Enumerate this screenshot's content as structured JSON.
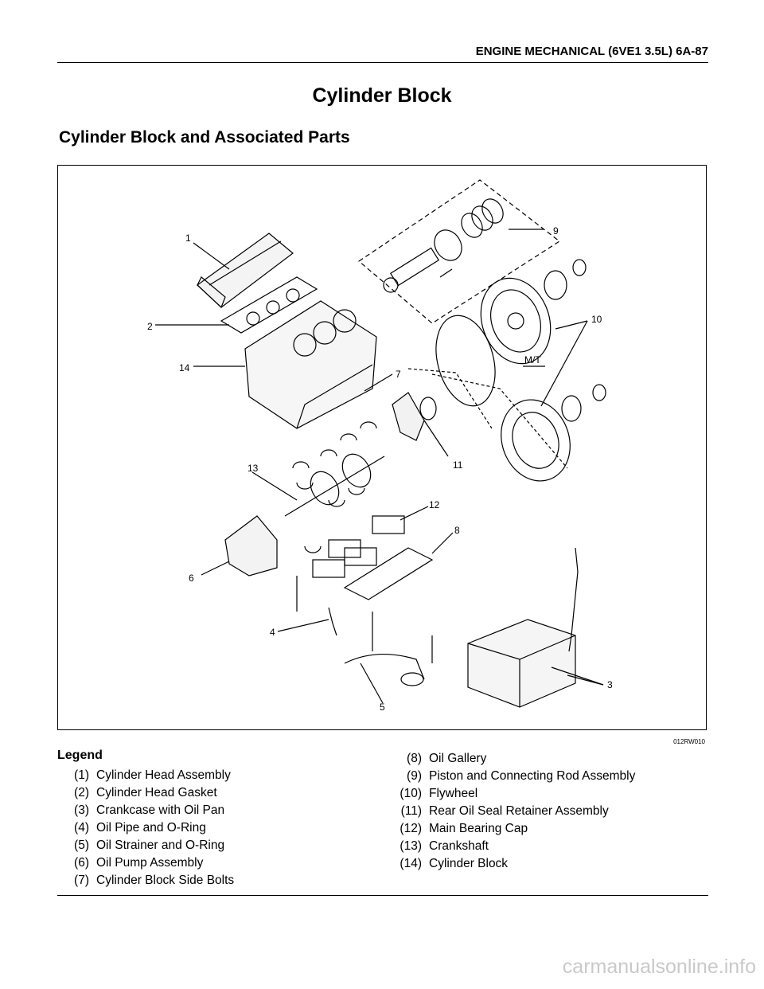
{
  "header": "ENGINE MECHANICAL (6VE1 3.5L)  6A-87",
  "title": "Cylinder Block",
  "subtitle": "Cylinder Block and Associated Parts",
  "figure": {
    "code": "012RW010",
    "callouts": [
      "1",
      "2",
      "3",
      "4",
      "5",
      "6",
      "7",
      "8",
      "9",
      "10",
      "11",
      "12",
      "13",
      "14"
    ],
    "mt_label": "M/T"
  },
  "legend": {
    "heading": "Legend",
    "left": [
      {
        "num": "(1)",
        "text": "Cylinder Head Assembly"
      },
      {
        "num": "(2)",
        "text": "Cylinder Head Gasket"
      },
      {
        "num": "(3)",
        "text": "Crankcase with Oil Pan"
      },
      {
        "num": "(4)",
        "text": "Oil Pipe and O-Ring"
      },
      {
        "num": "(5)",
        "text": "Oil Strainer and O-Ring"
      },
      {
        "num": "(6)",
        "text": "Oil Pump Assembly"
      },
      {
        "num": "(7)",
        "text": "Cylinder Block Side Bolts"
      }
    ],
    "right": [
      {
        "num": "(8)",
        "text": "Oil Gallery"
      },
      {
        "num": "(9)",
        "text": "Piston and Connecting Rod Assembly"
      },
      {
        "num": "(10)",
        "text": "Flywheel"
      },
      {
        "num": "(11)",
        "text": "Rear Oil Seal Retainer Assembly"
      },
      {
        "num": "(12)",
        "text": "Main Bearing Cap"
      },
      {
        "num": "(13)",
        "text": "Crankshaft"
      },
      {
        "num": "(14)",
        "text": "Cylinder Block"
      }
    ]
  },
  "watermark": "carmanualsonline.info"
}
